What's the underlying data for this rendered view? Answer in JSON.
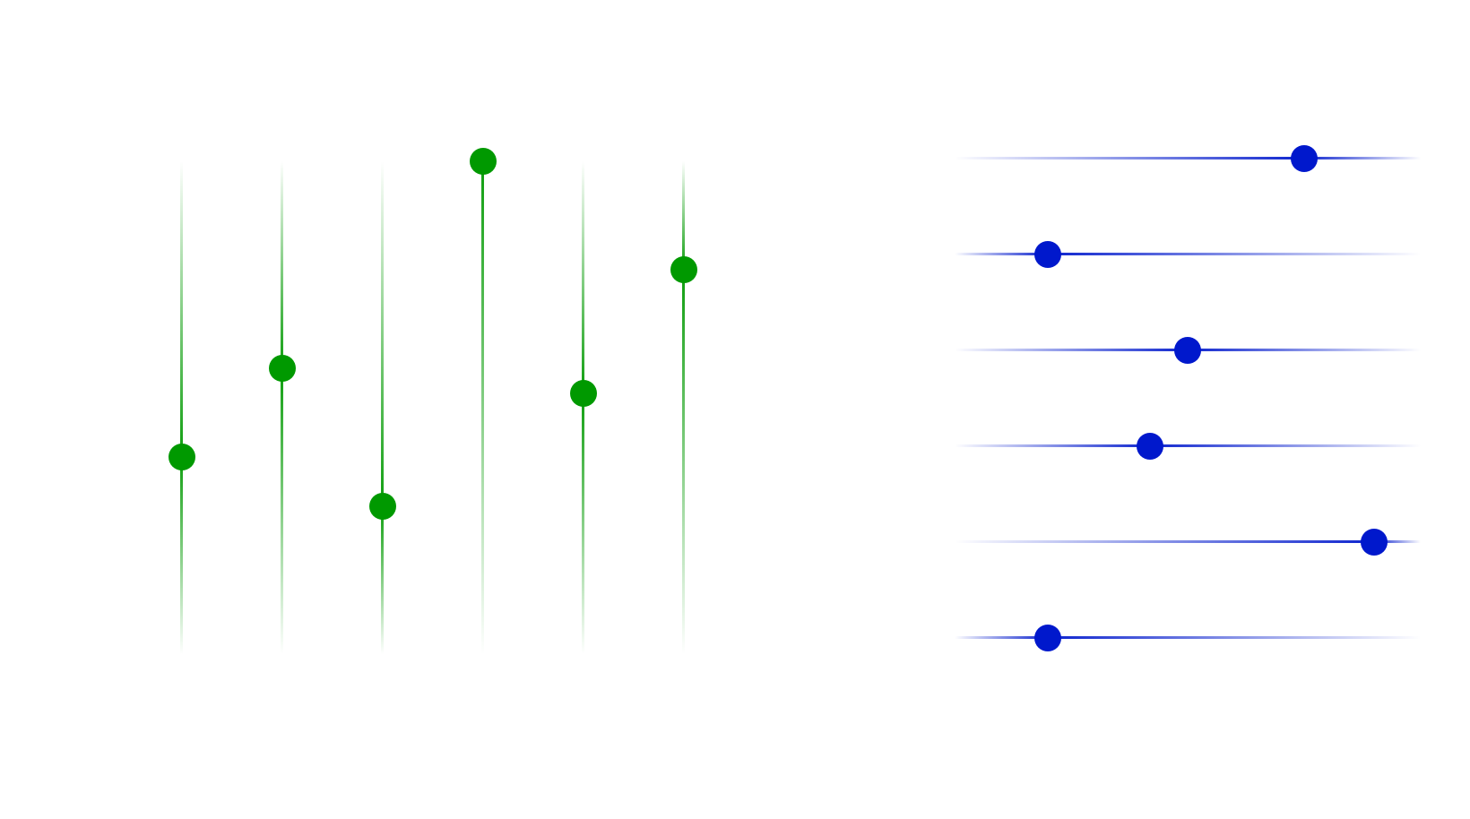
{
  "sliders": {
    "vertical": {
      "color": "#009900",
      "items": [
        {
          "value": 0.4
        },
        {
          "value": 0.58
        },
        {
          "value": 0.3
        },
        {
          "value": 1.0
        },
        {
          "value": 0.53
        },
        {
          "value": 0.78
        }
      ]
    },
    "horizontal": {
      "color": "#0018cc",
      "items": [
        {
          "value": 0.75
        },
        {
          "value": 0.2
        },
        {
          "value": 0.5
        },
        {
          "value": 0.42
        },
        {
          "value": 0.9
        },
        {
          "value": 0.2
        }
      ]
    }
  }
}
